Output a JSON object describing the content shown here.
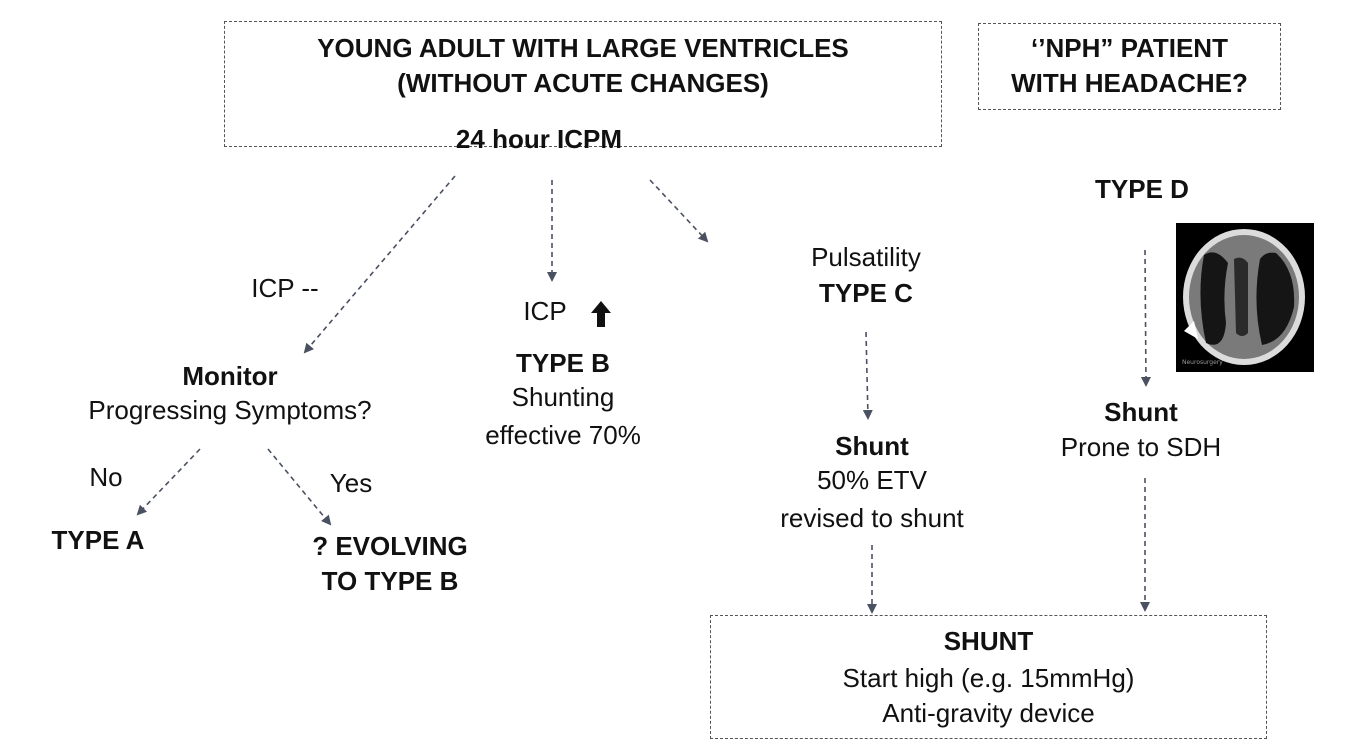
{
  "boxes": {
    "young_adult": {
      "line1": "YOUNG ADULT WITH LARGE VENTRICLES",
      "line2": "(WITHOUT ACUTE CHANGES)",
      "line3": "24 hour ICPM"
    },
    "nph": {
      "line1": "‘’NPH” PATIENT",
      "line2": "WITH HEADACHE?"
    },
    "shunt_final": {
      "title": "SHUNT",
      "line2": "Start high (e.g. 15mmHg)",
      "line3": "Anti-gravity device"
    }
  },
  "branch_a": {
    "icp_label": "ICP --",
    "monitor": "Monitor",
    "question": "Progressing Symptoms?",
    "no_label": "No",
    "yes_label": "Yes",
    "type_a": "TYPE A",
    "evolving_line1": "? EVOLVING",
    "evolving_line2": "TO TYPE B"
  },
  "branch_b": {
    "icp_label": "ICP",
    "type": "TYPE B",
    "line1": "Shunting",
    "line2": "effective 70%"
  },
  "branch_c": {
    "pulsatility": "Pulsatility",
    "type": "TYPE C",
    "shunt": "Shunt",
    "line1": "50% ETV",
    "line2": "revised to shunt"
  },
  "branch_d": {
    "type": "TYPE D",
    "shunt": "Shunt",
    "line1": "Prone to SDH",
    "image_caption": "Neurosurgery"
  },
  "colors": {
    "arrow": "#4a5160",
    "box_border": "#555555",
    "text": "#111111"
  }
}
